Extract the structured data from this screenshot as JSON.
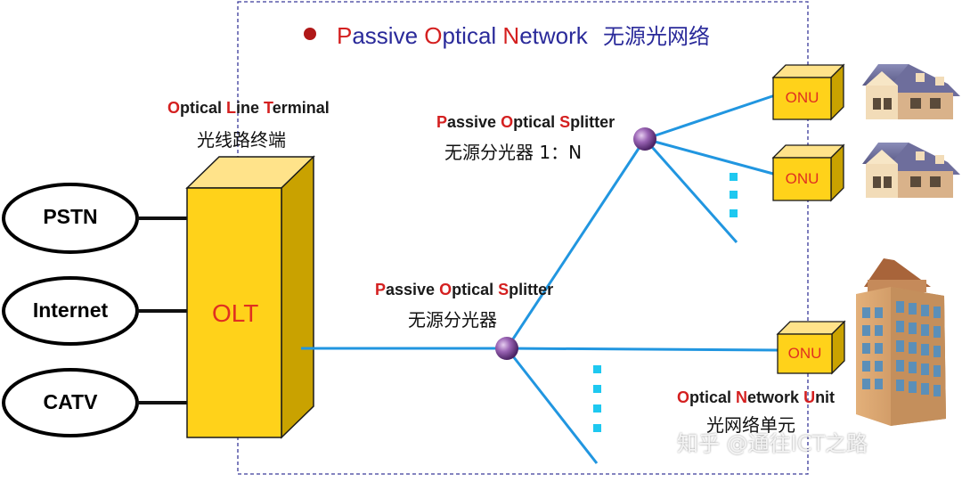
{
  "title": {
    "parts": [
      {
        "t": "P",
        "red": true
      },
      {
        "t": "assive ",
        "red": false
      },
      {
        "t": "O",
        "red": true
      },
      {
        "t": "ptical ",
        "red": false
      },
      {
        "t": "N",
        "red": true
      },
      {
        "t": "etwork",
        "red": false
      }
    ],
    "chinese": "无源光网络"
  },
  "olt_label": {
    "parts": [
      {
        "t": "O",
        "red": true
      },
      {
        "t": "ptical ",
        "red": false
      },
      {
        "t": "L",
        "red": true
      },
      {
        "t": "ine ",
        "red": false
      },
      {
        "t": "T",
        "red": true
      },
      {
        "t": "erminal",
        "red": false
      }
    ],
    "chinese": "光线路终端"
  },
  "olt_box": "OLT",
  "services": [
    "PSTN",
    "Internet",
    "CATV"
  ],
  "splitter_top": {
    "parts": [
      {
        "t": "P",
        "red": true
      },
      {
        "t": "assive ",
        "red": false
      },
      {
        "t": "O",
        "red": true
      },
      {
        "t": "ptical ",
        "red": false
      },
      {
        "t": "S",
        "red": true
      },
      {
        "t": "plitter",
        "red": false
      }
    ],
    "chinese": "无源分光器 1：N"
  },
  "splitter_mid": {
    "parts": [
      {
        "t": "P",
        "red": true
      },
      {
        "t": "assive ",
        "red": false
      },
      {
        "t": "O",
        "red": true
      },
      {
        "t": "ptical ",
        "red": false
      },
      {
        "t": "S",
        "red": true
      },
      {
        "t": "plitter",
        "red": false
      }
    ],
    "chinese": "无源分光器"
  },
  "onu_label": {
    "parts": [
      {
        "t": "O",
        "red": true
      },
      {
        "t": "ptical ",
        "red": false
      },
      {
        "t": "N",
        "red": true
      },
      {
        "t": "etwork ",
        "red": false
      },
      {
        "t": "U",
        "red": true
      },
      {
        "t": "nit",
        "red": false
      }
    ],
    "chinese": "光网络单元"
  },
  "onu_boxes": [
    "ONU",
    "ONU",
    "ONU"
  ],
  "watermark": "知乎 @通往ICT之路",
  "colors": {
    "accent_red": "#d42020",
    "fiber_blue": "#2196e0",
    "box_yellow": "#ffd21a",
    "frame_blue": "#3a3a9a"
  }
}
